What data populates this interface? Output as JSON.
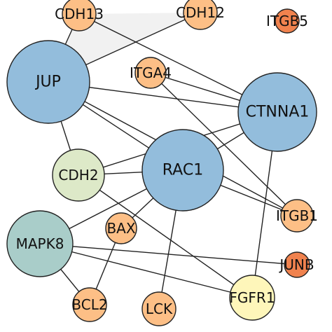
{
  "network": {
    "nodes": [
      {
        "id": "CDH13",
        "label": "CDH13",
        "color": "#fdbf86"
      },
      {
        "id": "CDH12",
        "label": "CDH12",
        "color": "#fdbf86"
      },
      {
        "id": "ITGB5",
        "label": "ITGB5",
        "color": "#f0824e"
      },
      {
        "id": "JUP",
        "label": "JUP",
        "color": "#93bddc"
      },
      {
        "id": "ITGA4",
        "label": "ITGA4",
        "color": "#fdbf86"
      },
      {
        "id": "CTNNA1",
        "label": "CTNNA1",
        "color": "#93bddc"
      },
      {
        "id": "CDH2",
        "label": "CDH2",
        "color": "#dde9c8"
      },
      {
        "id": "RAC1",
        "label": "RAC1",
        "color": "#93bddc"
      },
      {
        "id": "ITGB1",
        "label": "ITGB1",
        "color": "#fdbf86"
      },
      {
        "id": "MAPK8",
        "label": "MAPK8",
        "color": "#a9cdc9"
      },
      {
        "id": "BAX",
        "label": "BAX",
        "color": "#fdbf86"
      },
      {
        "id": "JUNB",
        "label": "JUNB",
        "color": "#f0824e"
      },
      {
        "id": "BCL2",
        "label": "BCL2",
        "color": "#fdbf86"
      },
      {
        "id": "LCK",
        "label": "LCK",
        "color": "#fdbf86"
      },
      {
        "id": "FGFR1",
        "label": "FGFR1",
        "color": "#fef6ba"
      }
    ],
    "edges": [
      [
        "CDH13",
        "JUP"
      ],
      [
        "CDH13",
        "CTNNA1"
      ],
      [
        "CDH12",
        "JUP"
      ],
      [
        "JUP",
        "CTNNA1"
      ],
      [
        "JUP",
        "RAC1"
      ],
      [
        "JUP",
        "CDH2"
      ],
      [
        "JUP",
        "ITGB1"
      ],
      [
        "ITGA4",
        "CTNNA1"
      ],
      [
        "ITGA4",
        "ITGB1"
      ],
      [
        "CTNNA1",
        "RAC1"
      ],
      [
        "CTNNA1",
        "CDH2"
      ],
      [
        "CTNNA1",
        "FGFR1"
      ],
      [
        "CDH2",
        "RAC1"
      ],
      [
        "CDH2",
        "FGFR1"
      ],
      [
        "RAC1",
        "MAPK8"
      ],
      [
        "RAC1",
        "BAX"
      ],
      [
        "RAC1",
        "ITGB1"
      ],
      [
        "RAC1",
        "LCK"
      ],
      [
        "MAPK8",
        "BCL2"
      ],
      [
        "MAPK8",
        "JUNB"
      ],
      [
        "MAPK8",
        "FGFR1"
      ],
      [
        "BAX",
        "BCL2"
      ]
    ],
    "shaded_region": [
      "CDH13",
      "CDH12",
      "JUP"
    ]
  }
}
